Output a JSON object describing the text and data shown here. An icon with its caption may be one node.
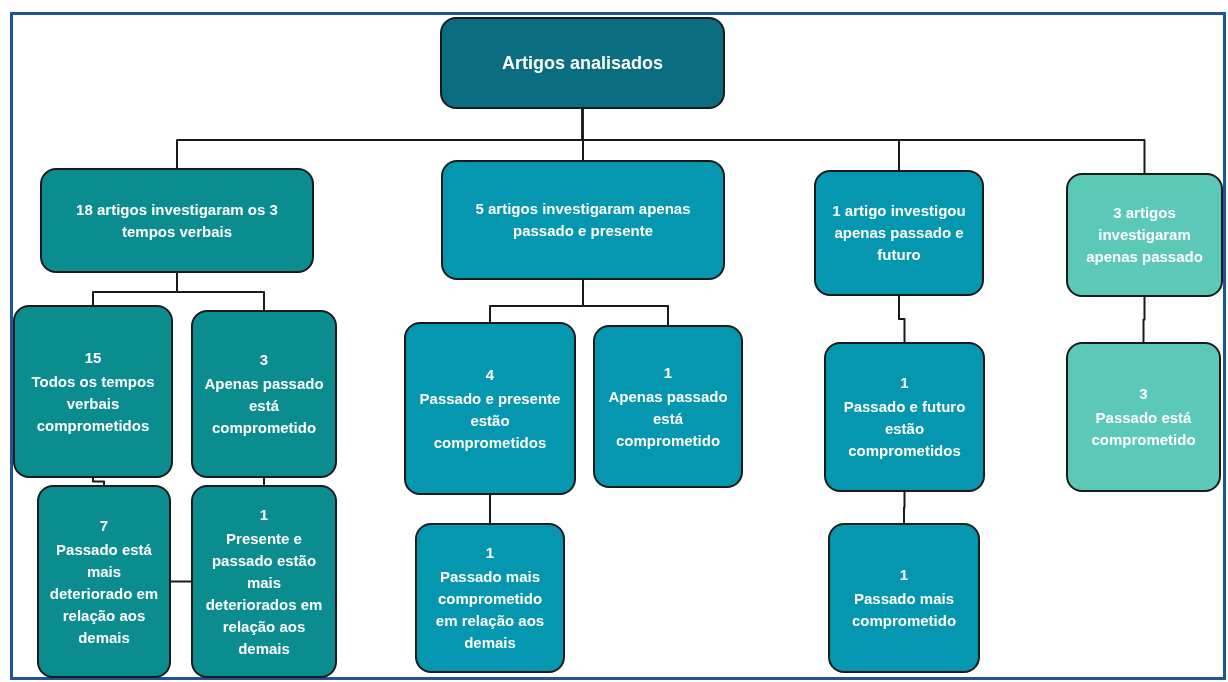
{
  "diagram": {
    "nodes": [
      {
        "text": [
          "Artigos analisados"
        ]
      },
      {
        "text": [
          "18 artigos investigaram os 3 tempos verbais"
        ]
      },
      {
        "text": [
          "5 artigos investigaram apenas passado e presente"
        ]
      },
      {
        "text": [
          "1 artigo investigou apenas passado e futuro"
        ]
      },
      {
        "text": [
          "3 artigos investigaram apenas passado"
        ]
      },
      {
        "text": [
          "15",
          "Todos os tempos verbais comprometidos"
        ]
      },
      {
        "text": [
          "3",
          "Apenas passado está comprometido"
        ]
      },
      {
        "text": [
          "7",
          "Passado está mais deteriorado em relação aos demais"
        ]
      },
      {
        "text": [
          "1",
          "Presente e passado estão mais deteriorados em relação aos demais"
        ]
      },
      {
        "text": [
          "4",
          "Passado e presente estão comprometidos"
        ]
      },
      {
        "text": [
          "1",
          "Apenas passado está comprometido"
        ]
      },
      {
        "text": [
          "1",
          "Passado mais comprometido em relação aos demais"
        ]
      },
      {
        "text": [
          "1",
          "Passado e futuro estão comprometidos"
        ]
      },
      {
        "text": [
          "1",
          "Passado mais comprometido"
        ]
      },
      {
        "text": [
          "3",
          "Passado está comprometido"
        ]
      }
    ],
    "edges": [
      {
        "from": 0,
        "to": 1,
        "arrow": "none"
      },
      {
        "from": 0,
        "to": 2,
        "arrow": "none"
      },
      {
        "from": 0,
        "to": 3,
        "arrow": "none"
      },
      {
        "from": 0,
        "to": 4,
        "arrow": "none"
      },
      {
        "from": 1,
        "to": 5,
        "arrow": "none"
      },
      {
        "from": 1,
        "to": 6,
        "arrow": "none"
      },
      {
        "from": 5,
        "to": 7,
        "arrow": "none"
      },
      {
        "from": 6,
        "to": 8,
        "arrow": "none"
      },
      {
        "from": 7,
        "to": 8,
        "arrow": "none"
      },
      {
        "from": 2,
        "to": 9,
        "arrow": "none"
      },
      {
        "from": 2,
        "to": 10,
        "arrow": "none"
      },
      {
        "from": 9,
        "to": 11,
        "arrow": "none"
      },
      {
        "from": 3,
        "to": 12,
        "arrow": "none"
      },
      {
        "from": 12,
        "to": 13,
        "arrow": "none"
      },
      {
        "from": 4,
        "to": 14,
        "arrow": "none"
      }
    ]
  }
}
